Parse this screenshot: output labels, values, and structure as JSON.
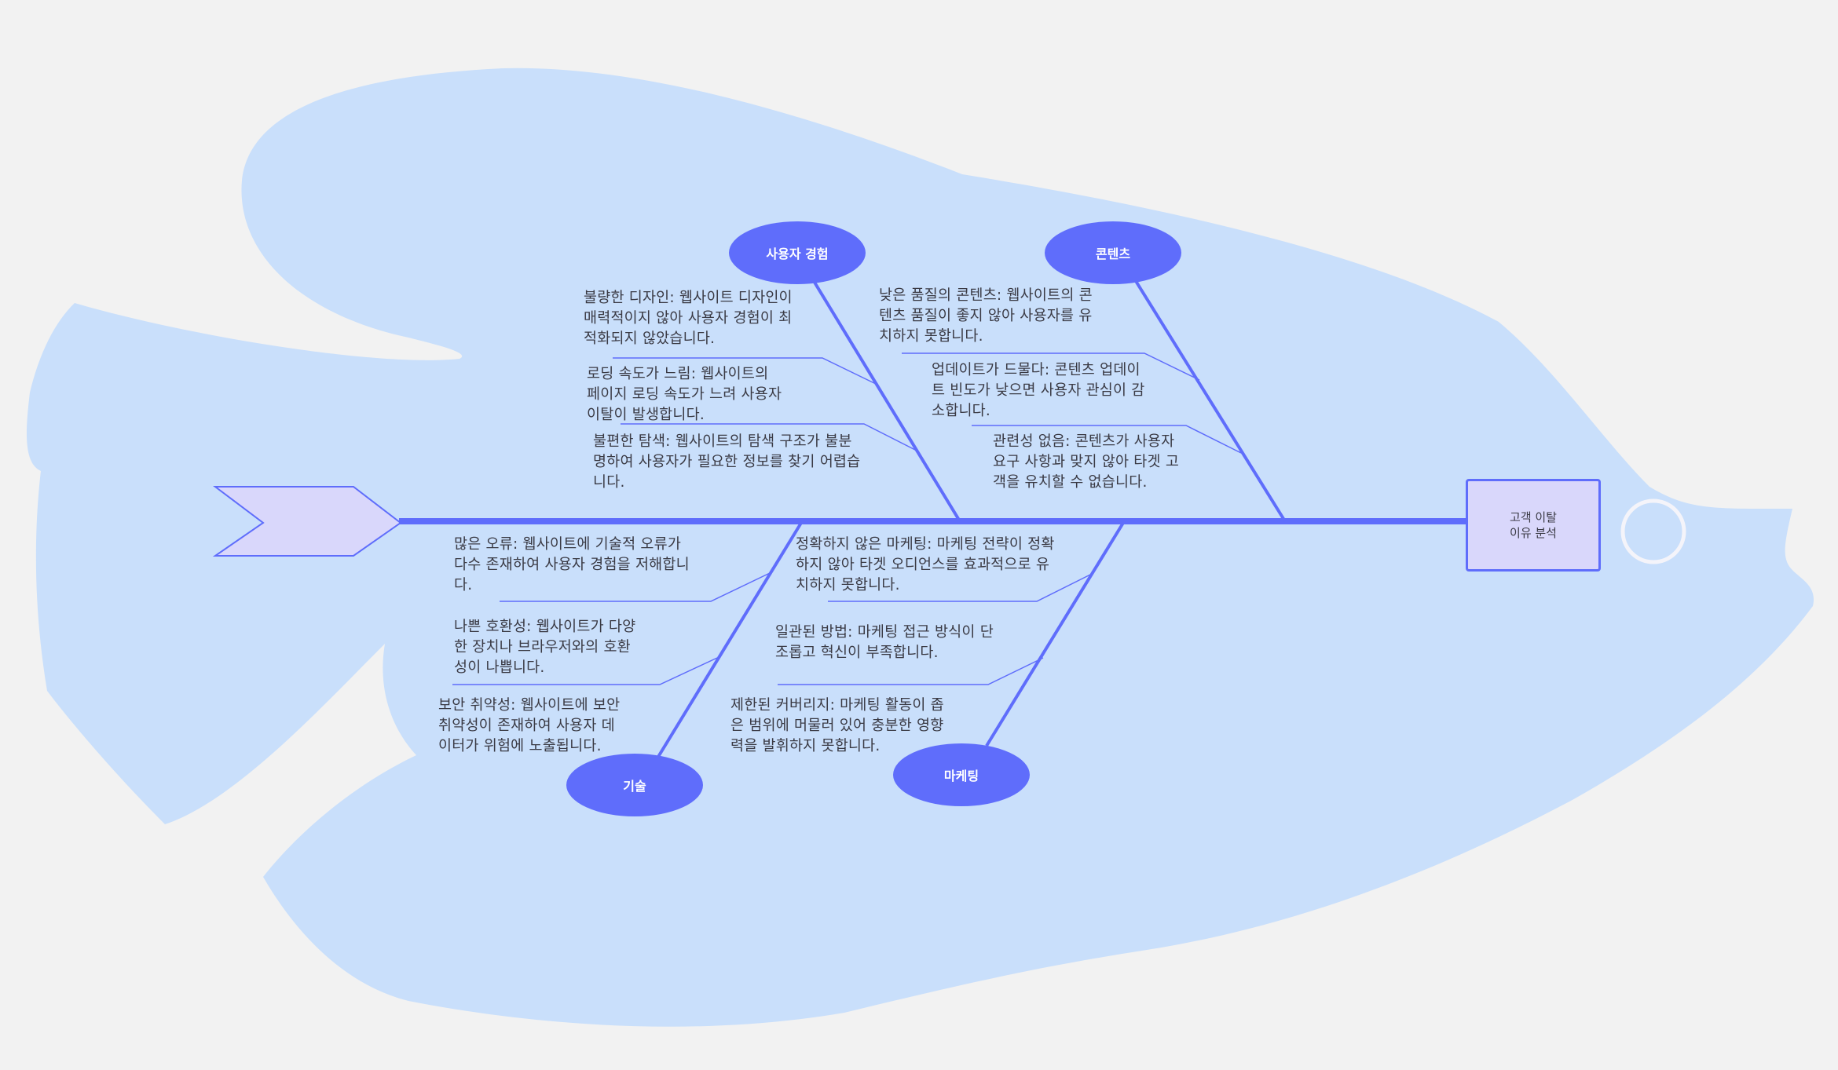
{
  "diagram": {
    "type": "fishbone",
    "problem": "고객 이탈\n이유 분석",
    "colors": {
      "background": "#f2f2f2",
      "fish_body": "#c9dffb",
      "spine": "#5f6dfb",
      "category_fill": "#5f6dfb",
      "head_fill": "#d9d7fb",
      "tail_fill": "#d9d7fb",
      "eye": "#f4f4fa"
    },
    "categories": [
      {
        "name": "사용자 경험",
        "causes": [
          "불량한 디자인: 웹사이트 디자인이\n매력적이지 않아 사용자 경험이 최\n적화되지 않았습니다.",
          "로딩 속도가 느림: 웹사이트의\n페이지 로딩 속도가 느려 사용자\n이탈이 발생합니다.",
          "불편한 탐색: 웹사이트의 탐색 구조가 불분\n명하여 사용자가 필요한 정보를 찾기 어렵습\n니다."
        ]
      },
      {
        "name": "콘텐츠",
        "causes": [
          "낮은 품질의 콘텐츠: 웹사이트의 콘\n텐츠 품질이 좋지 않아 사용자를 유\n치하지 못합니다.",
          "업데이트가 드물다: 콘텐츠 업데이\n트 빈도가 낮으면 사용자 관심이 감\n소합니다.",
          "관련성 없음: 콘텐츠가 사용자\n요구 사항과 맞지 않아 타겟 고\n객을 유치할 수 없습니다."
        ]
      },
      {
        "name": "기술",
        "causes": [
          "많은 오류: 웹사이트에 기술적 오류가\n다수 존재하여 사용자 경험을 저해합니\n다.",
          "나쁜 호환성: 웹사이트가 다양\n한 장치나 브라우저와의 호환\n성이 나쁩니다.",
          "보안 취약성: 웹사이트에 보안\n취약성이 존재하여 사용자 데\n이터가 위험에 노출됩니다."
        ]
      },
      {
        "name": "마케팅",
        "causes": [
          "정확하지 않은 마케팅: 마케팅 전략이 정확\n하지 않아 타겟 오디언스를 효과적으로 유\n치하지 못합니다.",
          "일관된 방법: 마케팅 접근 방식이 단\n조롭고 혁신이 부족합니다.",
          "제한된 커버리지: 마케팅 활동이 좁\n은 범위에 머물러 있어 충분한 영향\n력을 발휘하지 못합니다."
        ]
      }
    ]
  }
}
